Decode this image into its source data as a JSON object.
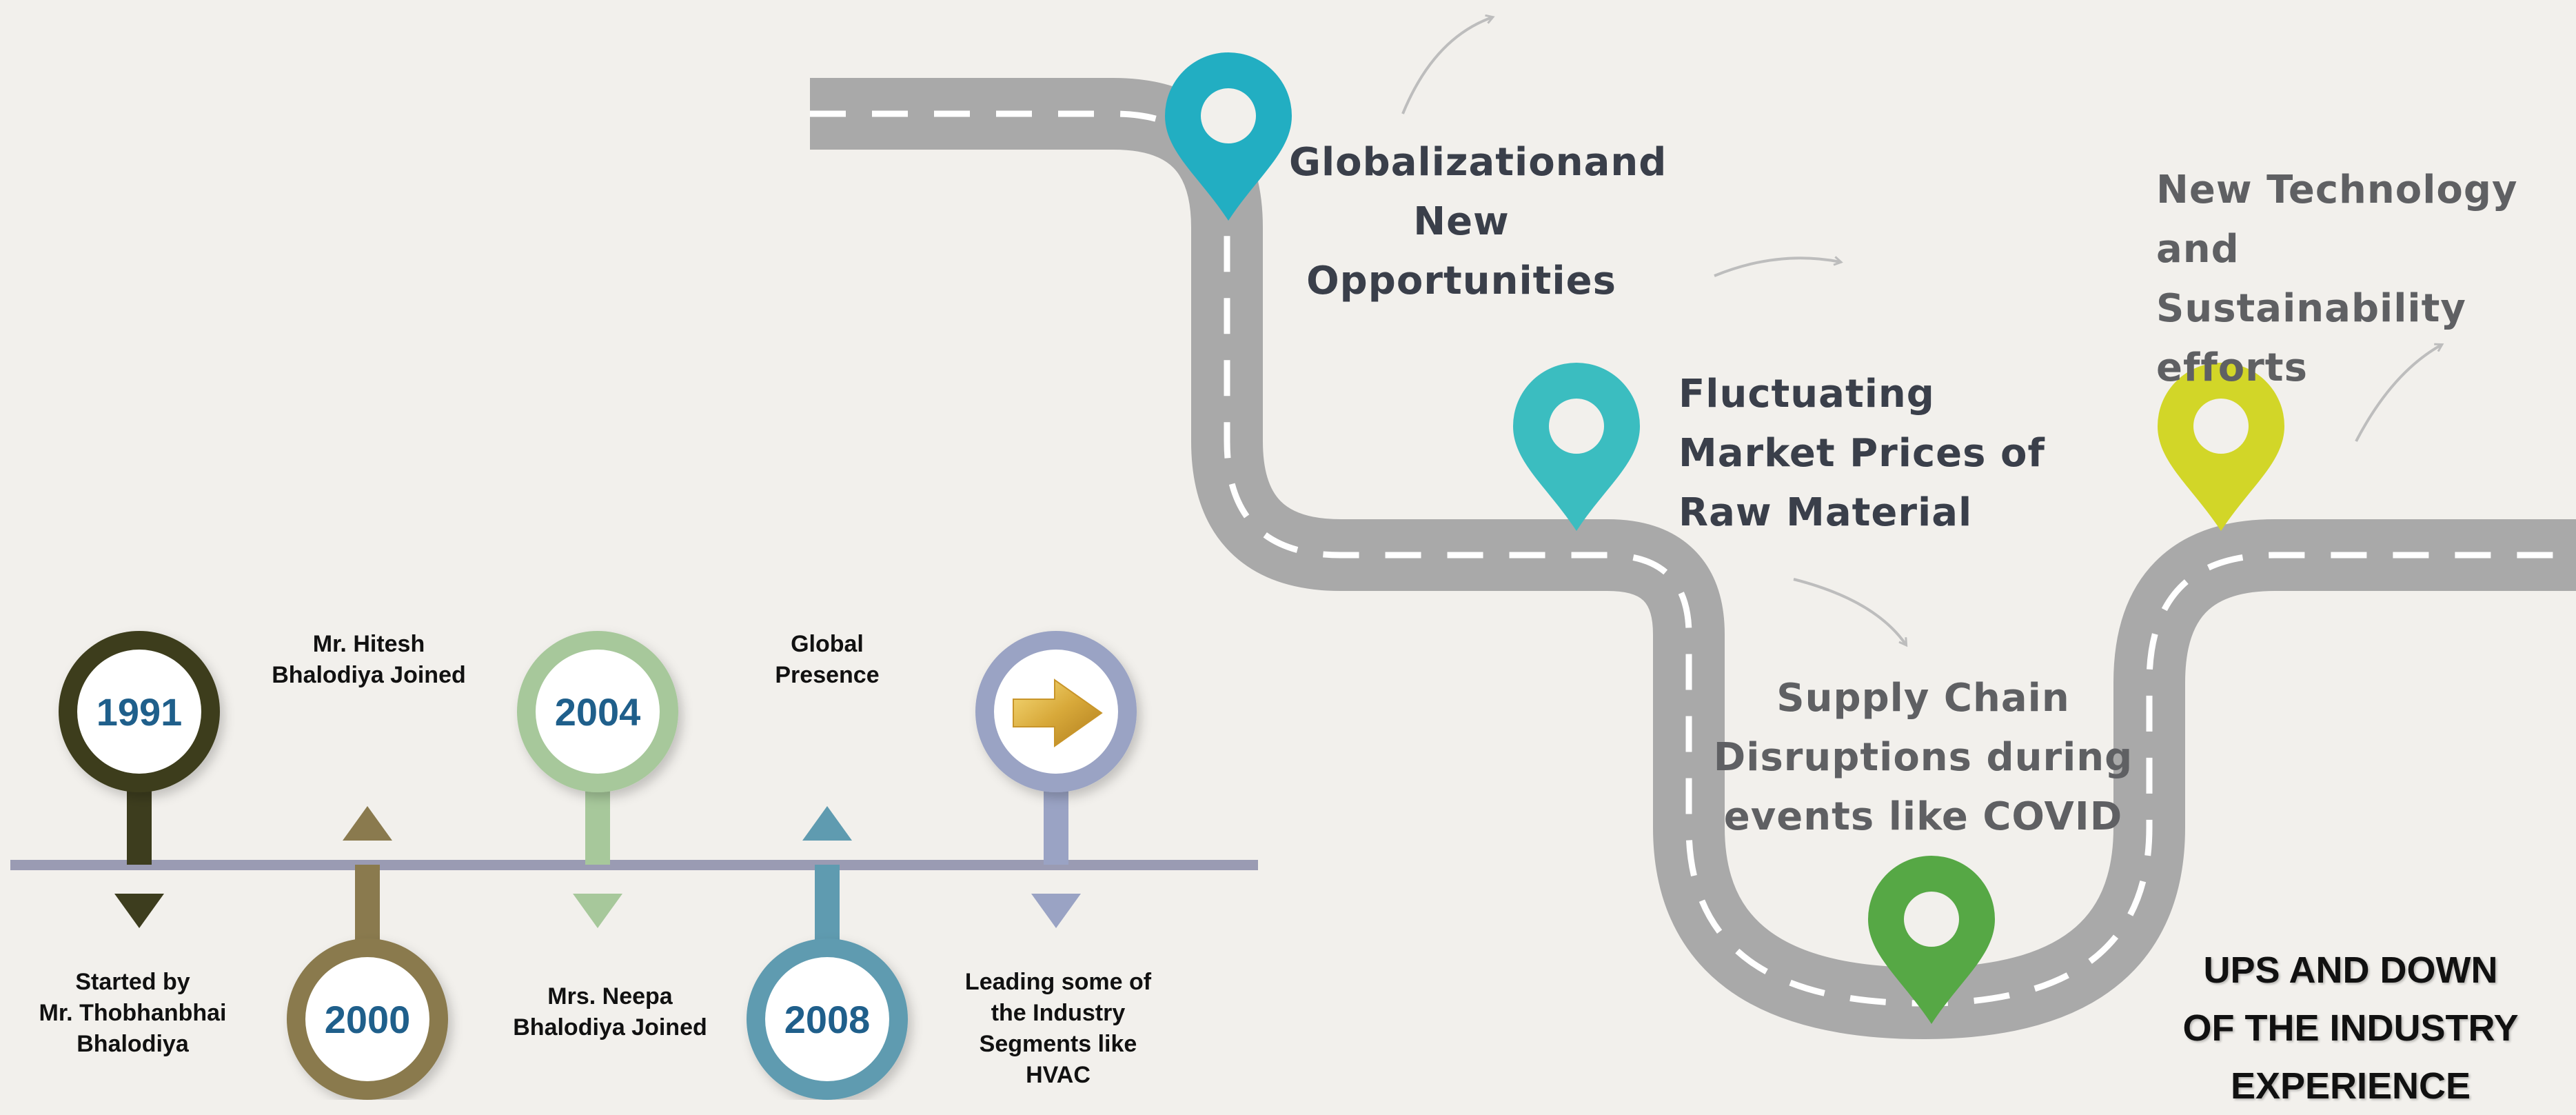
{
  "road": {
    "milestones": [
      {
        "label": "Globalizationand New Opportunities",
        "lines": [
          "Globalizationand",
          "New",
          "Opportunities"
        ],
        "pin_color": "#22aec2",
        "pin_icon": "map-pin"
      },
      {
        "label": "Fluctuating Market Prices of Raw Material",
        "lines": [
          "Fluctuating",
          "Market Prices of",
          "Raw Material"
        ],
        "pin_color": "#3bbdc0",
        "pin_icon": "map-pin"
      },
      {
        "label": "Supply Chain Disruptions during events like COVID",
        "lines": [
          "Supply Chain",
          "Disruptions during",
          "events like COVID"
        ],
        "pin_color": "#56a845",
        "pin_icon": "map-pin"
      },
      {
        "label": "New Technology and Sustainability efforts",
        "lines": [
          "New Technology",
          "and Sustainability",
          "efforts"
        ],
        "pin_color": "#d2d628",
        "pin_icon": "map-pin"
      }
    ],
    "road_color": "#a9a9a9",
    "dash_color": "#ffffff"
  },
  "title": {
    "lines": [
      "UPS AND DOWN",
      "OF THE INDUSTRY",
      "EXPERIENCE"
    ]
  },
  "timeline": {
    "line_color": "#9a9bb3",
    "events": [
      {
        "year": "1991",
        "caption": [
          "Started by",
          "Mr. Thobhanbhai",
          "Bhalodiya"
        ],
        "color": "#3d3d1e",
        "position": "top"
      },
      {
        "year": "2000",
        "caption": [
          "Mr. Hitesh",
          "Bhalodiya Joined"
        ],
        "color": "#8a7a4e",
        "position": "bottom"
      },
      {
        "year": "2004",
        "caption": [
          "Mrs. Neepa",
          "Bhalodiya Joined"
        ],
        "color": "#a7c89b",
        "position": "top"
      },
      {
        "year": "2008",
        "caption": [
          "Global",
          "Presence"
        ],
        "color": "#5f9bb0",
        "position": "bottom"
      },
      {
        "year": "",
        "icon": "arrow-right-icon",
        "caption": [
          "Leading some of",
          "the Industry",
          "Segments like",
          "HVAC"
        ],
        "color": "#9aa3c4",
        "position": "top"
      }
    ],
    "year_color": "#1f5f8b"
  }
}
